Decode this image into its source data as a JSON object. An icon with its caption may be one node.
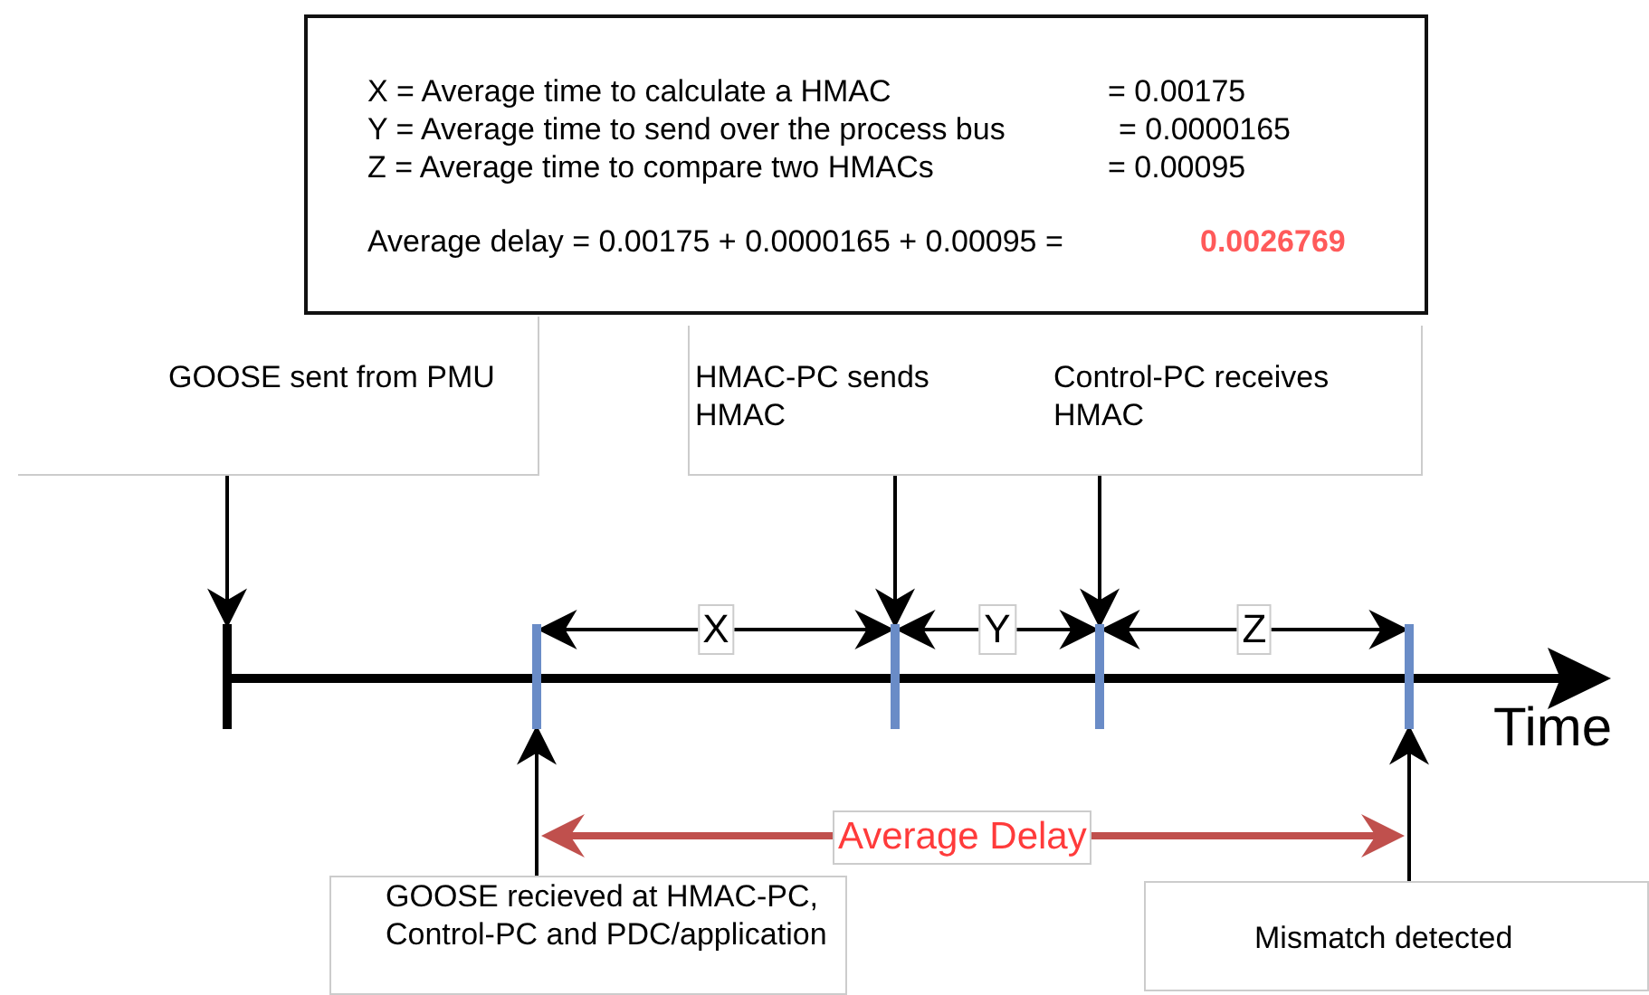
{
  "diagram": {
    "nodes": [
      {
        "text": [
          "X = Average time to calculate a HMAC",
          "= 0.00175",
          "Y = Average time to send over the process bus",
          "= 0.0000165",
          "Z = Average time to compare two HMACs",
          "= 0.00095",
          "Average delay =  0.00175 + 0.0000165 + 0.00095 =",
          "0.0026769"
        ]
      },
      {
        "text": [
          "GOOSE sent from PMU"
        ]
      },
      {
        "text": [
          "HMAC-PC sends HMAC",
          "Control-PC receives HMAC"
        ]
      },
      {
        "text": [
          "GOOSE recieved at HMAC-PC, Control-PC and PDC/application"
        ]
      },
      {
        "text": [
          "Mismatch detected"
        ]
      },
      {
        "text": [],
        "shape": "bar"
      },
      {
        "text": [],
        "shape": "bar"
      },
      {
        "text": [],
        "shape": "bar"
      },
      {
        "text": [],
        "shape": "bar"
      },
      {
        "text": [],
        "shape": "bar"
      }
    ],
    "edges": [
      {
        "from": 1,
        "to": 5,
        "arrow": "to"
      },
      {
        "from": 2,
        "to": 7,
        "arrow": "to"
      },
      {
        "from": 2,
        "to": 8,
        "arrow": "to"
      },
      {
        "from": 3,
        "to": 6,
        "arrow": "to"
      },
      {
        "from": 4,
        "to": 9,
        "arrow": "to"
      },
      {
        "from": 6,
        "to": 7,
        "arrow": "both",
        "label": "X"
      },
      {
        "from": 7,
        "to": 8,
        "arrow": "both",
        "label": "Y"
      },
      {
        "from": 8,
        "to": 9,
        "arrow": "both",
        "label": "Z"
      }
    ],
    "labels": [
      "Time",
      "Average Delay"
    ]
  }
}
